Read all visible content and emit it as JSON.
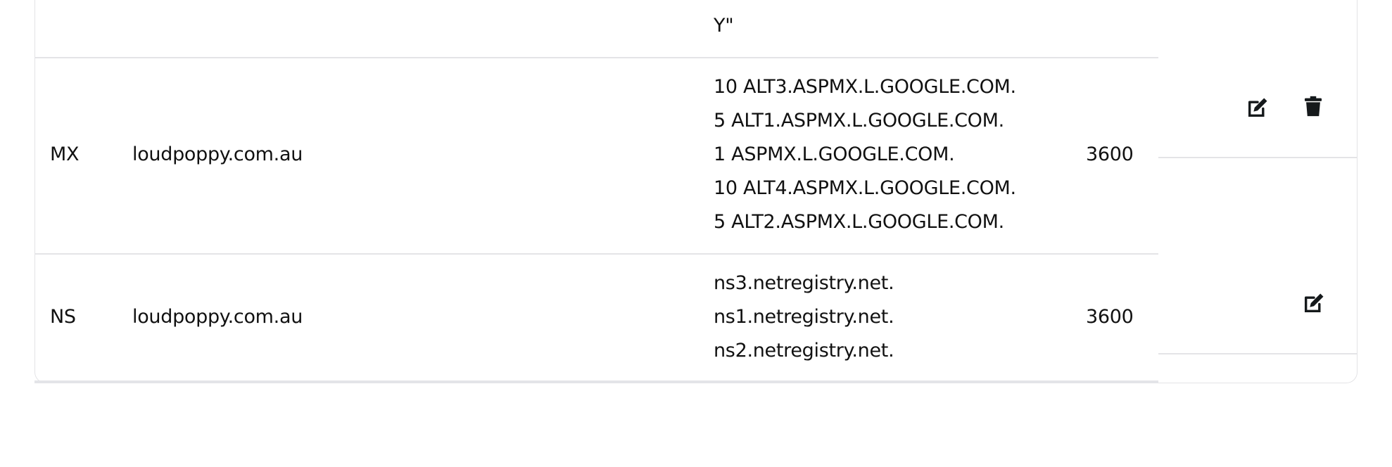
{
  "rows": [
    {
      "type": "",
      "name": "",
      "value_lines": [
        "Y\""
      ],
      "ttl": ""
    },
    {
      "type": "MX",
      "name": "loudpoppy.com.au",
      "value_lines": [
        "10 ALT3.ASPMX.L.GOOGLE.COM.",
        "5 ALT1.ASPMX.L.GOOGLE.COM.",
        "1 ASPMX.L.GOOGLE.COM.",
        "10 ALT4.ASPMX.L.GOOGLE.COM.",
        "5 ALT2.ASPMX.L.GOOGLE.COM."
      ],
      "ttl": "3600",
      "actions": [
        "edit-icon",
        "trash-icon"
      ]
    },
    {
      "type": "NS",
      "name": "loudpoppy.com.au",
      "value_lines": [
        "ns3.netregistry.net.",
        "ns1.netregistry.net.",
        "ns2.netregistry.net."
      ],
      "ttl": "3600",
      "actions": [
        "edit-icon"
      ]
    }
  ]
}
